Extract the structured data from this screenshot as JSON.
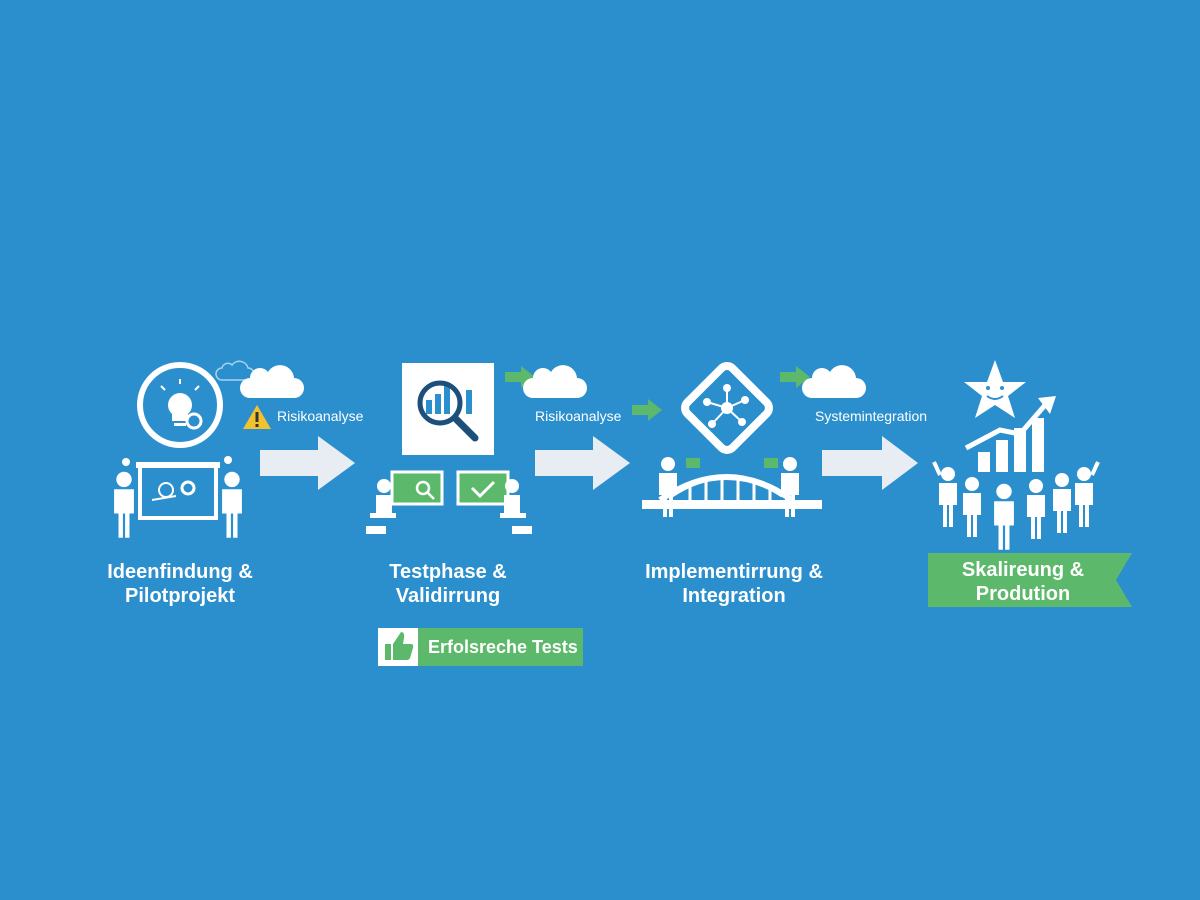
{
  "stages": [
    {
      "line1": "Ideenfindung &",
      "line2": "Pilotprojekt"
    },
    {
      "line1": "Testphase &",
      "line2": "Validirrung"
    },
    {
      "line1": "Implementirrung &",
      "line2": "Integration"
    },
    {
      "line1": "Skalireung &",
      "line2": "Prodution"
    }
  ],
  "annotations": {
    "risk_1": "Risikoanalyse",
    "risk_2": "Risikoanalyse",
    "integration": "Systemintegration"
  },
  "badge": {
    "text": "Erfolsreche Tests"
  },
  "colors": {
    "background": "#2b8fce",
    "green": "#5cb86a",
    "white": "#ffffff",
    "arrow": "#e8edf3",
    "warning": "#f2c12e"
  },
  "icons": [
    "lightbulb-gear-icon",
    "presentation-people-icon",
    "warning-icon",
    "cloud-icon",
    "analytics-search-icon",
    "testers-laptops-icon",
    "network-diamond-icon",
    "bridge-builders-icon",
    "star-growth-chart-icon",
    "crowd-celebrating-icon",
    "thumbs-up-icon"
  ]
}
